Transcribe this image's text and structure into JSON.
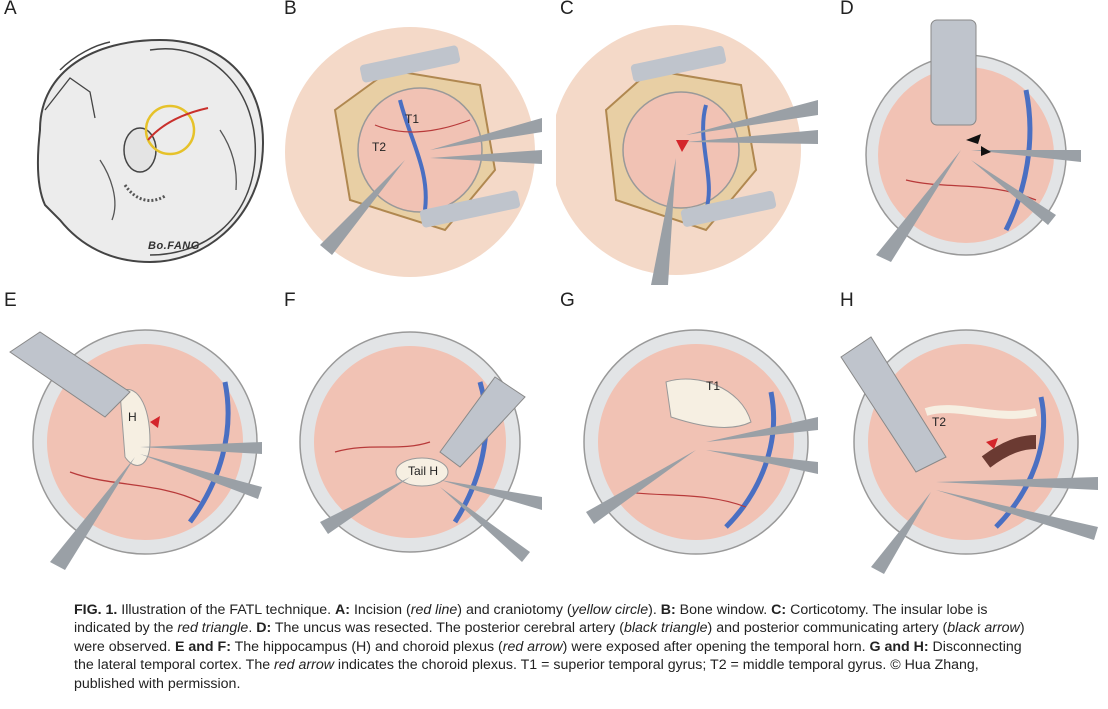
{
  "panels": [
    {
      "letter": "A",
      "tags": [],
      "signature": "Bo.FANG"
    },
    {
      "letter": "B",
      "tags": [
        "T1",
        "T2"
      ]
    },
    {
      "letter": "C",
      "tags": []
    },
    {
      "letter": "D",
      "tags": []
    },
    {
      "letter": "E",
      "tags": [
        "H"
      ]
    },
    {
      "letter": "F",
      "tags": [
        "Tail H"
      ]
    },
    {
      "letter": "G",
      "tags": [
        "T1"
      ]
    },
    {
      "letter": "H",
      "tags": [
        "T2"
      ]
    }
  ],
  "caption": {
    "fig": "FIG. 1.",
    "t1": " Illustration of the FATL technique. ",
    "a": "A:",
    "t2": " Incision (",
    "red_line": "red line",
    "t3": ") and craniotomy (",
    "yellow_circle": "yellow circle",
    "t4": "). ",
    "b": "B:",
    "t5": " Bone window. ",
    "c": "C:",
    "t6": " Corticotomy. The insular lobe is indicated by the ",
    "red_triangle": "red triangle",
    "t7": ". ",
    "d": "D:",
    "t8": " The uncus was resected. The posterior cerebral artery (",
    "black_triangle": "black triangle",
    "t9": ") and posterior communicating artery (",
    "black_arrow": "black arrow",
    "t10": ") were observed. ",
    "ef": "E and F:",
    "t11": " The hippocampus (H) and choroid plexus (",
    "red_arrow1": "red arrow",
    "t12": ") were exposed after opening the temporal horn. ",
    "gh": "G and H:",
    "t13": " Disconnecting the lateral temporal cortex. The ",
    "red_arrow2": "red arrow",
    "t14": " indicates the choroid plexus. T1 = superior temporal gyrus; T2 = middle temporal gyrus. © Hua Zhang, published with permission."
  },
  "colors": {
    "brain": "#f1c2b4",
    "vessel_red": "#b83a3a",
    "vein_blue": "#4a6fc2",
    "instrument": "#9aa0a6",
    "retractor": "#bfc4cc",
    "bone": "#d9b77a"
  }
}
